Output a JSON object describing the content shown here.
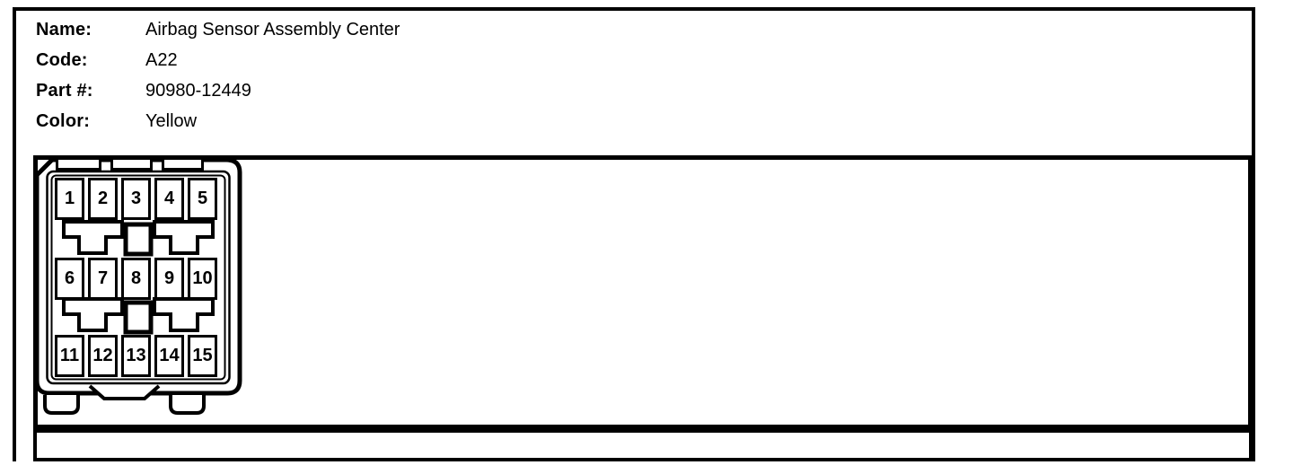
{
  "page": {
    "background": "#ffffff",
    "line_color": "#000000"
  },
  "header": {
    "fields": [
      {
        "label": "Name:",
        "value": "Airbag Sensor Assembly Center"
      },
      {
        "label": "Code:",
        "value": "A22"
      },
      {
        "label": "Part #:",
        "value": "90980-12449"
      },
      {
        "label": "Color:",
        "value": "Yellow"
      }
    ]
  },
  "connector": {
    "kind": "15-pin-connector-front-view",
    "rows": 3,
    "columns": 5,
    "pins": [
      "1",
      "2",
      "3",
      "4",
      "5",
      "6",
      "7",
      "8",
      "9",
      "10",
      "11",
      "12",
      "13",
      "14",
      "15"
    ]
  }
}
